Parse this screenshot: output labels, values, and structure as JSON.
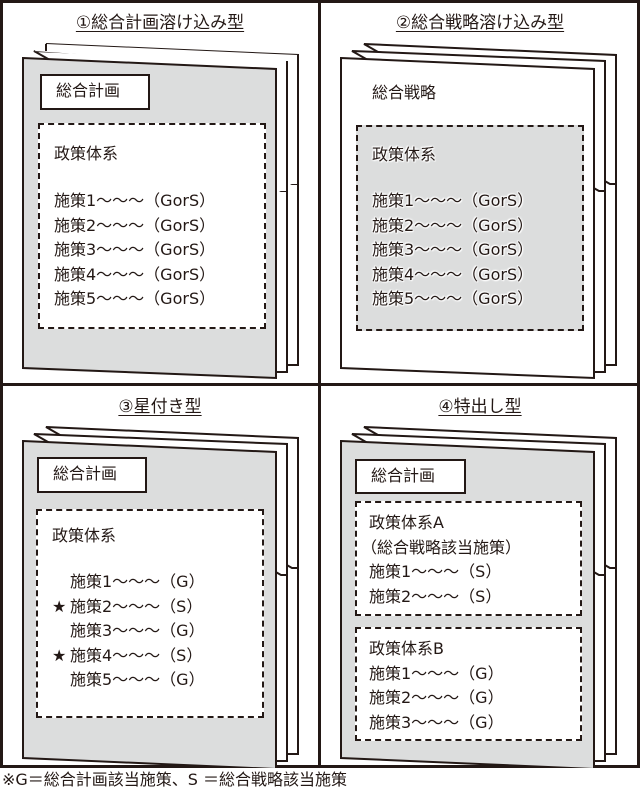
{
  "colors": {
    "ink": "#231815",
    "page_gray": "#dcdddd",
    "white": "#ffffff"
  },
  "panels": [
    {
      "title": "①総合計画溶け込み型",
      "page_fill": "gray",
      "header_label": "総合計画",
      "header_boxed": true,
      "system": {
        "title": "政策体系",
        "fill": "white",
        "items": [
          {
            "star": false,
            "text": "施策1〜〜〜（GorS）"
          },
          {
            "star": false,
            "text": "施策2〜〜〜（GorS）"
          },
          {
            "star": false,
            "text": "施策3〜〜〜（GorS）"
          },
          {
            "star": false,
            "text": "施策4〜〜〜（GorS）"
          },
          {
            "star": false,
            "text": "施策5〜〜〜（GorS）"
          }
        ]
      }
    },
    {
      "title": "②総合戦略溶け込み型",
      "page_fill": "white",
      "header_label": "総合戦略",
      "header_boxed": false,
      "system": {
        "title": "政策体系",
        "fill": "gray",
        "items": [
          {
            "star": false,
            "text": "施策1〜〜〜（GorS）"
          },
          {
            "star": false,
            "text": "施策2〜〜〜（GorS）"
          },
          {
            "star": false,
            "text": "施策3〜〜〜（GorS）"
          },
          {
            "star": false,
            "text": "施策4〜〜〜（GorS）"
          },
          {
            "star": false,
            "text": "施策5〜〜〜（GorS）"
          }
        ]
      }
    },
    {
      "title": "③星付き型",
      "page_fill": "gray",
      "header_label": "総合計画",
      "header_boxed": true,
      "star_glyph": "★",
      "system": {
        "title": "政策体系",
        "fill": "white",
        "items": [
          {
            "star": false,
            "text": "施策1〜〜〜（G）"
          },
          {
            "star": true,
            "text": "施策2〜〜〜（S）"
          },
          {
            "star": false,
            "text": "施策3〜〜〜（G）"
          },
          {
            "star": true,
            "text": "施策4〜〜〜（S）"
          },
          {
            "star": false,
            "text": "施策5〜〜〜（G）"
          }
        ]
      }
    },
    {
      "title": "④特出し型",
      "page_fill": "gray",
      "header_label": "総合計画",
      "header_boxed": true,
      "systems": [
        {
          "title": "政策体系A",
          "subtitle": "（総合戦略該当施策）",
          "fill": "white",
          "items": [
            {
              "text": "施策1〜〜〜（S）"
            },
            {
              "text": "施策2〜〜〜（S）"
            }
          ]
        },
        {
          "title": "政策体系B",
          "fill": "white",
          "items": [
            {
              "text": "施策1〜〜〜（G）"
            },
            {
              "text": "施策2〜〜〜（G）"
            },
            {
              "text": "施策3〜〜〜（G）"
            }
          ]
        }
      ]
    }
  ],
  "footnote": "※G＝総合計画該当施策、S ＝総合戦略該当施策"
}
